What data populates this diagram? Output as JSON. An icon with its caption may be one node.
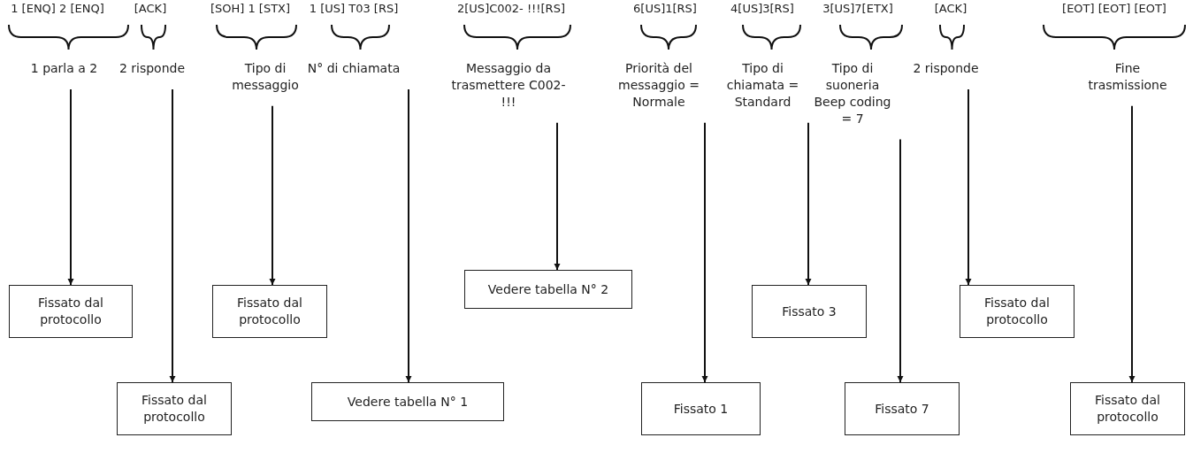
{
  "diagram": {
    "nodes": [
      {
        "text": [
          "1 parla a 2"
        ]
      },
      {
        "text": [
          "2 risponde"
        ]
      },
      {
        "text": [
          "Tipo di messaggio"
        ]
      },
      {
        "text": [
          "N° di chiamata"
        ]
      },
      {
        "text": [
          "Messaggio da trasmettere C002- !!!"
        ]
      },
      {
        "text": [
          "Priorità del messaggio = Normale"
        ]
      },
      {
        "text": [
          "Tipo di chiamata = Standard"
        ]
      },
      {
        "text": [
          "Tipo di suoneria Beep coding = 7"
        ]
      },
      {
        "text": [
          "2 risponde"
        ]
      },
      {
        "text": [
          "Fine trasmissione"
        ]
      },
      {
        "text": [
          "Fissato dal protocollo"
        ]
      },
      {
        "text": [
          "Fissato dal protocollo"
        ]
      },
      {
        "text": [
          "Fissato dal protocollo"
        ]
      },
      {
        "text": [
          "Vedere tabella N° 1"
        ]
      },
      {
        "text": [
          "Vedere tabella N° 2"
        ]
      },
      {
        "text": [
          "Fissato 1"
        ]
      },
      {
        "text": [
          "Fissato 3"
        ]
      },
      {
        "text": [
          "Fissato 7"
        ]
      },
      {
        "text": [
          "Fissato dal protocollo"
        ]
      },
      {
        "text": [
          "Fissato dal protocollo"
        ]
      }
    ],
    "edges": [
      {
        "from": 0,
        "to": 10,
        "arrow": "to"
      },
      {
        "from": 1,
        "to": 11,
        "arrow": "to"
      },
      {
        "from": 2,
        "to": 12,
        "arrow": "to"
      },
      {
        "from": 3,
        "to": 13,
        "arrow": "to"
      },
      {
        "from": 4,
        "to": 14,
        "arrow": "to"
      },
      {
        "from": 5,
        "to": 15,
        "arrow": "to"
      },
      {
        "from": 6,
        "to": 16,
        "arrow": "to"
      },
      {
        "from": 7,
        "to": 17,
        "arrow": "to"
      },
      {
        "from": 8,
        "to": 18,
        "arrow": "to"
      },
      {
        "from": 9,
        "to": 19,
        "arrow": "to"
      }
    ],
    "labels": [
      "1 [ENQ] 2 [ENQ]",
      "[ACK]",
      "[SOH] 1 [STX]",
      "1 [US] T03 [RS]",
      "2[US]C002- !!![RS]",
      "6[US]1[RS]",
      "4[US]3[RS]",
      "3[US]7[ETX]",
      "[ACK]",
      "[EOT] [EOT] [EOT]"
    ]
  }
}
